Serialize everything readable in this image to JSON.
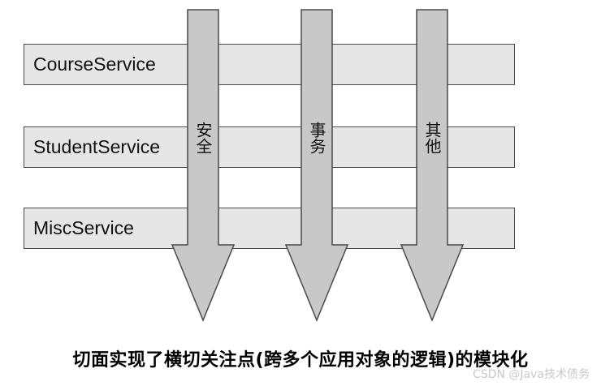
{
  "services": [
    {
      "label": "CourseService"
    },
    {
      "label": "StudentService"
    },
    {
      "label": "MiscService"
    }
  ],
  "concerns": [
    {
      "label": "安全"
    },
    {
      "label": "事务"
    },
    {
      "label": "其他"
    }
  ],
  "caption": "切面实现了横切关注点(跨多个应用对象的逻辑)的模块化",
  "watermark": "CSDN @Java技术债务",
  "colors": {
    "bar_fill": "#e6e6e6",
    "arrow_fill": "#c8c8c8",
    "stroke": "#4a4a4a"
  }
}
